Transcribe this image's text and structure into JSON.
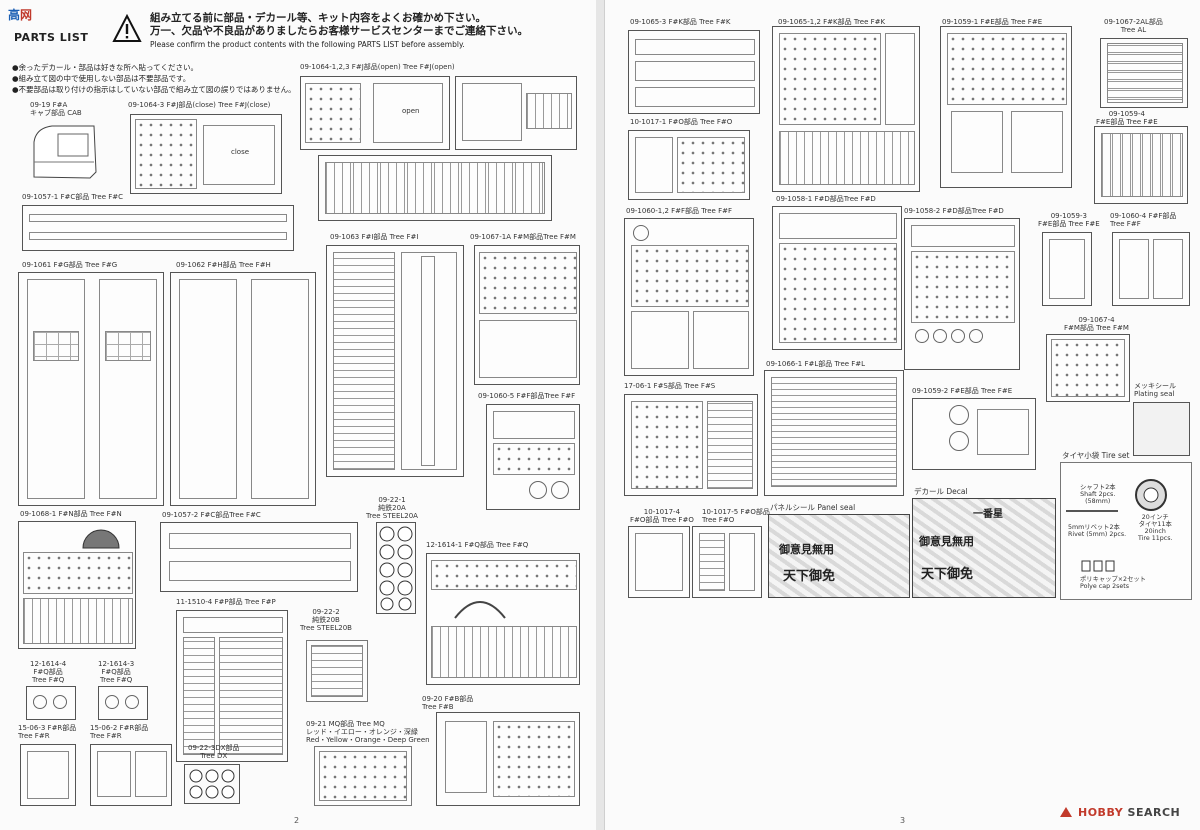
{
  "header": {
    "logo_a": "高",
    "logo_b": "网",
    "parts_list": "PARTS LIST",
    "jp_title": "組み立てる前に部品・デカール等、キット内容をよくお確かめ下さい。\n万一、欠品や不良品がありましたらお客様サービスセンターまでご連絡下さい。",
    "en_note": "Please confirm the product contents with the following PARTS LIST before assembly.",
    "notes": "●余ったデカール・部品は好きな所へ貼ってください。\n●組み立て図の中で使用しない部品は不要部品です。\n●不要部品は取り付けの指示はしていない部品で組み立て図の誤りではありません。"
  },
  "left_page": {
    "page_number": "2",
    "trees": [
      {
        "id": "cab",
        "label": "09-19 F#A\nキャブ部品 CAB"
      },
      {
        "id": "j_close",
        "label": "09-1064-3 F#J部品(close) Tree F#J(close)",
        "inner": "close"
      },
      {
        "id": "j_open",
        "label": "09-1064-1,2,3 F#J部品(open) Tree F#J(open)",
        "inner": "open"
      },
      {
        "id": "c1",
        "label": "09-1057-1 F#C部品 Tree F#C"
      },
      {
        "id": "g",
        "label": "09-1061 F#G部品 Tree F#G"
      },
      {
        "id": "h",
        "label": "09-1062 F#H部品 Tree F#H"
      },
      {
        "id": "i",
        "label": "09-1063 F#I部品 Tree F#I"
      },
      {
        "id": "m1",
        "label": "09-1067-1A F#M部品Tree F#M"
      },
      {
        "id": "f1",
        "label": "09-1060-5 F#F部品Tree F#F"
      },
      {
        "id": "steel20a",
        "label": "09-22-1\n純鉄20A\nTree STEEL20A"
      },
      {
        "id": "n",
        "label": "09-1068-1 F#N部品 Tree F#N"
      },
      {
        "id": "c2",
        "label": "09-1057-2 F#C部品Tree F#C"
      },
      {
        "id": "q1",
        "label": "12-1614-1 F#Q部品 Tree F#Q"
      },
      {
        "id": "p",
        "label": "11-1510-4 F#P部品 Tree F#P"
      },
      {
        "id": "steel20b",
        "label": "09-22-2\n純鉄20B\nTree STEEL20B"
      },
      {
        "id": "q4",
        "label": "12-1614-4\nF#Q部品\nTree F#Q"
      },
      {
        "id": "q3",
        "label": "12-1614-3\nF#Q部品\nTree F#Q"
      },
      {
        "id": "b",
        "label": "09-20 F#B部品\nTree F#B"
      },
      {
        "id": "mq",
        "label": "09-21 MQ部品 Tree MQ\nレッド・イエロー・オレンジ・深緑\nRed・Yellow・Orange・Deep Green"
      },
      {
        "id": "r3",
        "label": "15-06-3 F#R部品\nTree F#R"
      },
      {
        "id": "r2",
        "label": "15-06-2 F#R部品\nTree F#R"
      },
      {
        "id": "dx",
        "label": "09-22-3DX部品\nTree DX"
      }
    ]
  },
  "right_page": {
    "page_number": "3",
    "trees": [
      {
        "id": "k3",
        "label": "09-1065-3 F#K部品 Tree F#K"
      },
      {
        "id": "k12",
        "label": "09-1065-1,2 F#K部品 Tree F#K"
      },
      {
        "id": "e1",
        "label": "09-1059-1 F#E部品 Tree F#E"
      },
      {
        "id": "al",
        "label": "09-1067-2AL部品\nTree AL"
      },
      {
        "id": "o1",
        "label": "10-1017-1 F#O部品 Tree F#O"
      },
      {
        "id": "e4",
        "label": "09-1059-4\nF#E部品 Tree F#E"
      },
      {
        "id": "f12",
        "label": "09-1060-1,2 F#F部品 Tree F#F"
      },
      {
        "id": "d1",
        "label": "09-1058-1 F#D部品Tree F#D"
      },
      {
        "id": "d2",
        "label": "09-1058-2 F#D部品Tree F#D"
      },
      {
        "id": "e3",
        "label": "09-1059-3\nF#E部品 Tree F#E"
      },
      {
        "id": "f4",
        "label": "09-1060-4 F#F部品\nTree F#F"
      },
      {
        "id": "m4",
        "label": "09-1067-4\nF#M部品 Tree F#M"
      },
      {
        "id": "l",
        "label": "09-1066-1 F#L部品 Tree F#L"
      },
      {
        "id": "s",
        "label": "17-06-1 F#S部品 Tree F#S"
      },
      {
        "id": "e2",
        "label": "09-1059-2 F#E部品 Tree F#E"
      },
      {
        "id": "o4",
        "label": "10-1017-4\nF#O部品 Tree F#O"
      },
      {
        "id": "o5",
        "label": "10-1017-5 F#O部品\nTree F#O"
      }
    ],
    "seals": {
      "plating": "メッキシール\nPlating seal",
      "panel": "パネルシール Panel seal",
      "decal": "デカール Decal"
    },
    "tire_set": {
      "title": "タイヤ小袋 Tire set",
      "shaft": "シャフト2本\nShaft 2pcs.\n(58mm)",
      "rivet": "5mmリベット2本\nRivet (5mm) 2pcs.",
      "tire": "20インチ\nタイヤ11本\n20inch\nTire 11pcs.",
      "polycap": "ポリキャップ×2セット\nPolye cap 2sets"
    },
    "decal_text": [
      "一番星",
      "御意見無用",
      "天下御免"
    ]
  },
  "watermark": {
    "brand": "HOBBY",
    "brand2": " SEARCH",
    "icon": "hobby-search-logo-icon"
  }
}
